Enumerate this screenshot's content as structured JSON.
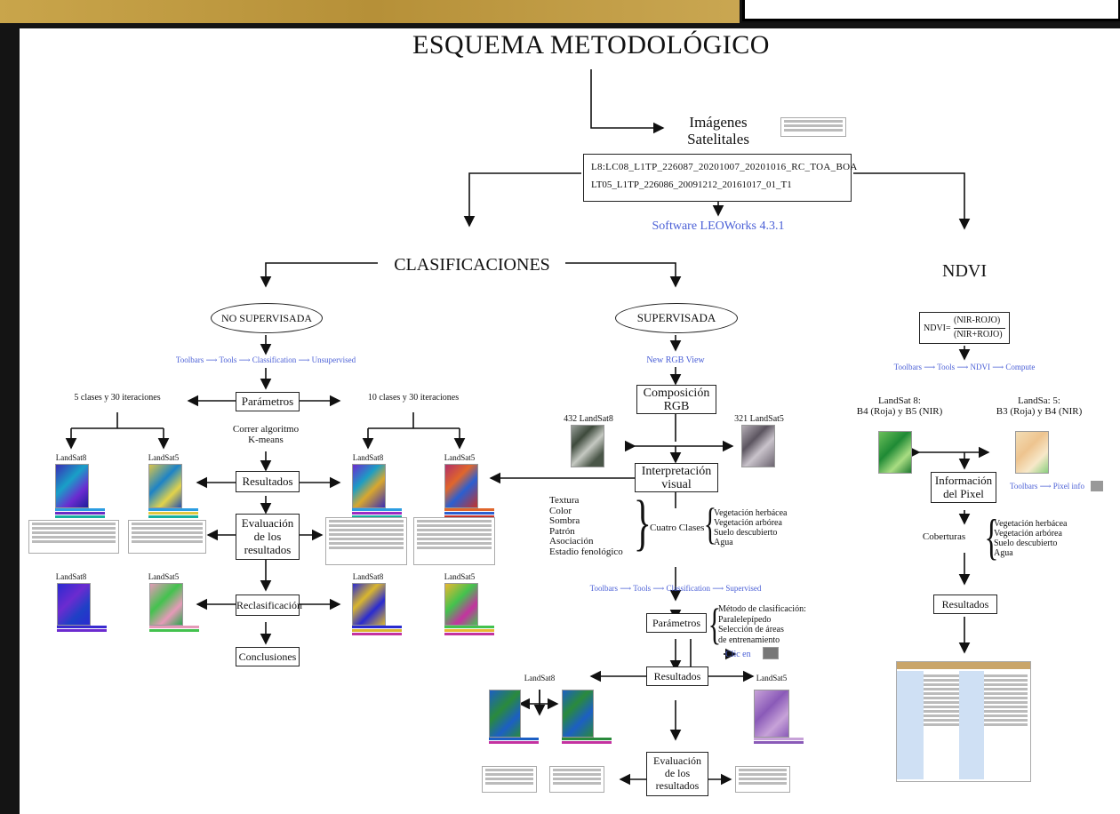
{
  "title": "ESQUEMA METODOLÓGICO",
  "imagenes": {
    "line1": "Imágenes",
    "line2": "Satelitales"
  },
  "files": {
    "line1": "L8:LC08_L1TP_226087_20201007_20201016_RC_TOA_BOA",
    "line2": "LT05_L1TP_226086_20091212_20161017_01_T1"
  },
  "software": "Software LEOWorks 4.3.1",
  "clasificaciones": "CLASIFICACIONES",
  "ndvi": {
    "title": "NDVI",
    "formula_prefix": "NDVI=",
    "numerator": "(NIR-ROJO)",
    "denominator": "(NIR+ROJO)",
    "toolbar": [
      "Toolbars",
      "Tools",
      "NDVI",
      "Compute"
    ],
    "landsat8": {
      "line1": "LandSat 8:",
      "line2": "B4 (Roja) y B5 (NIR)"
    },
    "landsat5": {
      "line1": "LandSa: 5:",
      "line2": "B3 (Roja) y B4 (NIR)"
    },
    "info": {
      "line1": "Información",
      "line2": "del Pixel"
    },
    "pixel_toolbar": [
      "Toolbars",
      "Pixel info"
    ],
    "coberturas": "Coberturas",
    "coberturas_list": [
      "Vegetación herbácea",
      "Vegetación arbórea",
      "Suelo descubierto",
      "Agua"
    ],
    "resultados": "Resultados"
  },
  "no_supervisada": {
    "title": "NO SUPERVISADA",
    "toolbar": [
      "Toolbars",
      "Tools",
      "Classification",
      "Unsupervised"
    ],
    "parametros": "Parámetros",
    "left_label": "5 clases y 30 iteraciones",
    "right_label": "10 clases y 30 iteraciones",
    "algoritmo": {
      "line1": "Correr algoritmo",
      "line2": "K-means"
    },
    "landsat8": "LandSat8",
    "landsat5": "LandSat5",
    "resultados": "Resultados",
    "evaluacion": {
      "line1": "Evaluación",
      "line2": "de los",
      "line3": "resultados"
    },
    "reclasificacion": "Reclasificación",
    "conclusiones": "Conclusiones"
  },
  "supervisada": {
    "title": "SUPERVISADA",
    "new_rgb": "New RGB View",
    "composicion": {
      "line1": "Composición",
      "line2": "RGB"
    },
    "left_img": "432 LandSat8",
    "right_img": "321 LandSat5",
    "interpretacion": {
      "line1": "Interpretación",
      "line2": "visual"
    },
    "criterios": [
      "Textura",
      "Color",
      "Sombra",
      "Patrón",
      "Asociación",
      "Estadio fenológico"
    ],
    "cuatro_clases": "Cuatro Clases",
    "clases": [
      "Vegetación herbácea",
      "Vegetación arbórea",
      "Suelo descubierto",
      "Agua"
    ],
    "toolbar": [
      "Toolbars",
      "Tools",
      "Classification",
      "Supervised"
    ],
    "parametros": "Parámetros",
    "metodo": [
      "Método de clasificación:",
      "Paralelepípedo",
      "Selección de áreas",
      "de entrenamiento"
    ],
    "clic": "Clic en",
    "resultados": "Resultados",
    "landsat8": "LandSat8",
    "landsat5": "LandSat5",
    "evaluacion": {
      "line1": "Evaluación",
      "line2": "de los",
      "line3": "resultados"
    }
  },
  "colors": {
    "link": "#4a5fd6",
    "frame": "#b8923a",
    "dark_frame": "#141414"
  }
}
